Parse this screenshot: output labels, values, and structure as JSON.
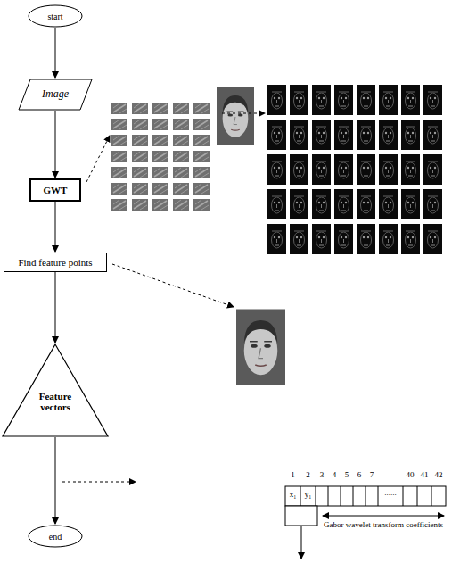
{
  "diagram": {
    "nodes": [
      {
        "text": [
          "start"
        ]
      },
      {
        "text": [
          "Image"
        ]
      },
      {
        "text": [
          "GWT"
        ]
      },
      {
        "text": [
          "Find feature points"
        ]
      },
      {
        "text": [
          "Feature vectors"
        ]
      },
      {
        "text": [
          "end"
        ]
      }
    ],
    "edges": [
      {
        "from": 0,
        "to": 1,
        "arrow": "to"
      },
      {
        "from": 1,
        "to": 2,
        "arrow": "to"
      },
      {
        "from": 2,
        "to": 3,
        "arrow": "to"
      },
      {
        "from": 3,
        "to": 4,
        "arrow": "to"
      },
      {
        "from": 4,
        "to": 5,
        "arrow": "to"
      }
    ],
    "labels": [
      "1",
      "2",
      "3",
      "4",
      "5",
      "6",
      "7",
      "40",
      "41",
      "42",
      "x₁",
      "y₁",
      "......",
      "Gabor wavelet transform coefficients"
    ]
  }
}
